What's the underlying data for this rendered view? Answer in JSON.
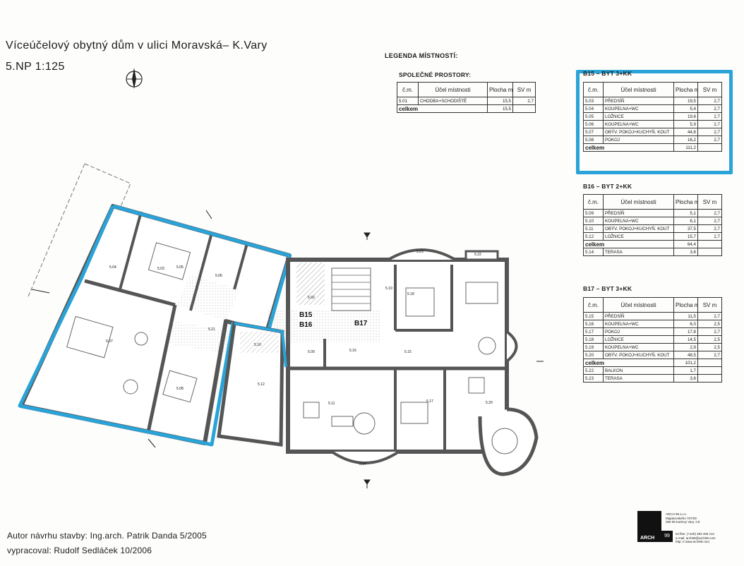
{
  "header": {
    "title": "Víceúčelový obytný dům v ulici Moravská– K.Vary",
    "subtitle": "5.NP 1:125"
  },
  "legend": {
    "title": "LEGENDA MÍSTNOSTÍ:",
    "columns": [
      "č.m.",
      "Účel místnosti",
      "Plocha m²",
      "SV m"
    ],
    "total_label": "celkem",
    "common": {
      "title": "SPOLEČNÉ PROSTORY:",
      "rows": [
        [
          "5.01",
          "CHODBA+SCHODIŠTĚ",
          "15,5",
          "2,7"
        ]
      ],
      "total": "15,5"
    },
    "b15": {
      "title": "B15 – BYT 3+KK",
      "rows": [
        [
          "5.03",
          "PŘEDSÍŇ",
          "19,5",
          "2,7"
        ],
        [
          "5.04",
          "KOUPELNA+WC",
          "5,4",
          "2,7"
        ],
        [
          "5.05",
          "LOŽNICE",
          "19,6",
          "2,7"
        ],
        [
          "5.06",
          "KOUPELNA+WC",
          "5,9",
          "2,7"
        ],
        [
          "5.07",
          "OBÝV. POKOJ+KUCHYŇ. KOUT",
          "44,6",
          "2,7"
        ],
        [
          "5.08",
          "POKOJ",
          "16,2",
          "2,7"
        ]
      ],
      "total": "111,2"
    },
    "b16": {
      "title": "B16 – BYT 2+KK",
      "rows": [
        [
          "5.09",
          "PŘEDSÍŇ",
          "5,1",
          "2,7"
        ],
        [
          "5.10",
          "KOUPELNA+WC",
          "6,1",
          "2,7"
        ],
        [
          "5.11",
          "OBÝV. POKOJ+KUCHYŇ. KOUT",
          "37,5",
          "2,7"
        ],
        [
          "5.12",
          "LOŽNICE",
          "15,7",
          "2,7"
        ]
      ],
      "total": "64,4",
      "extra": [
        [
          "5.14",
          "TERASA",
          "3,6",
          ""
        ]
      ]
    },
    "b17": {
      "title": "B17 – BYT 3+KK",
      "rows": [
        [
          "5.15",
          "PŘEDSÍŇ",
          "11,5",
          "2,7"
        ],
        [
          "5.16",
          "KOUPELNA+WC",
          "6,0",
          "2,5"
        ],
        [
          "5.17",
          "POKOJ",
          "17,8",
          "2,7"
        ],
        [
          "5.18",
          "LOŽNICE",
          "14,5",
          "2,5"
        ],
        [
          "5.19",
          "KOUPELNA+WC",
          "2,9",
          "2,5"
        ],
        [
          "5.20",
          "OBÝV. POKOJ+KUCHYŇ. KOUT",
          "48,5",
          "2,7"
        ]
      ],
      "total": "101,2",
      "extra": [
        [
          "5.22",
          "BALKON",
          "1,7",
          ""
        ],
        [
          "5.23",
          "TERASA",
          "3,6",
          ""
        ]
      ]
    }
  },
  "plan": {
    "apartment_labels": [
      "B15",
      "B16",
      "B17"
    ],
    "room_labels": [
      "5.03",
      "5.04",
      "5.05",
      "5.06",
      "5.07",
      "5.08",
      "5.09",
      "5.10",
      "5.11",
      "5.12",
      "5.14",
      "5.15",
      "5.16",
      "5.17",
      "5.18",
      "5.19",
      "5.20",
      "5.21",
      "5.22",
      "5.23",
      "5.02"
    ],
    "highlight_color": "#29a3d8",
    "wall_color": "#555555"
  },
  "footer": {
    "author": "Autor návrhu stavby: Ing.arch. Patrik Danda   5/2005",
    "prepared": "vypracoval: Rudolf Sedláček   10/2006"
  },
  "logo": {
    "name": "ARCH",
    "number": "99",
    "company": "ARCH 99 s.r.o.",
    "street": "Majakovského 707/29",
    "city": "360 05 Karlovy Vary, CZ",
    "phone": "tel./fax: (+420) 353 406 112",
    "email": "e-mail: arch99@arch99.com",
    "web": "http: // www.arch99.com"
  }
}
